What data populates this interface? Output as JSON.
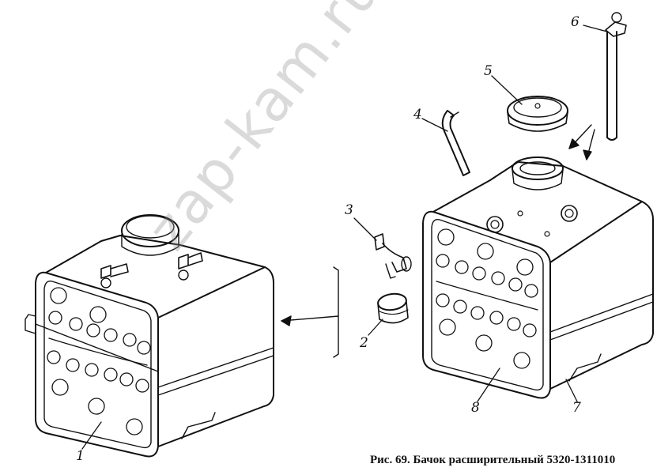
{
  "caption": "Рис. 69. Бачок расширительный 5320-1311010",
  "watermark": "zap-kam.ru",
  "callouts": [
    "1",
    "2",
    "3",
    "4",
    "5",
    "6",
    "7",
    "8"
  ],
  "colors": {
    "line": "#111111",
    "watermark": "#969696"
  }
}
